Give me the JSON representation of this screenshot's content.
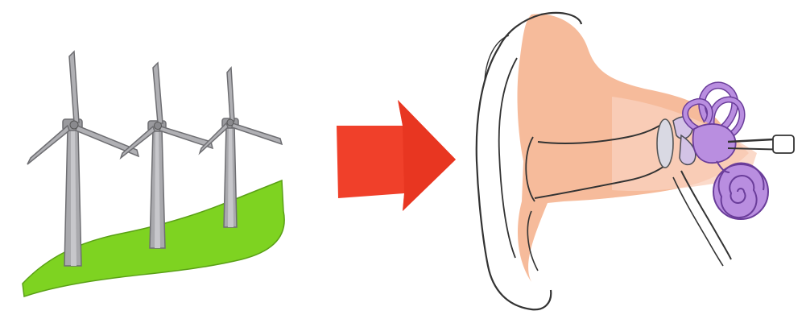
{
  "illustration": {
    "left_scene": "wind-turbines-on-green-hill",
    "connector": "arrow-right",
    "right_scene": "human-ear-cross-section"
  },
  "colors": {
    "background": "#ffffff",
    "grass": "#7ed321",
    "turbine_body": "#a9a9ad",
    "turbine_outline": "#6e6e72",
    "arrow": "#f0402a",
    "skin": "#f6b796",
    "ear_outline": "#333333",
    "inner_ear": "#b98ee0",
    "inner_ear_outline": "#6a3d9a"
  }
}
